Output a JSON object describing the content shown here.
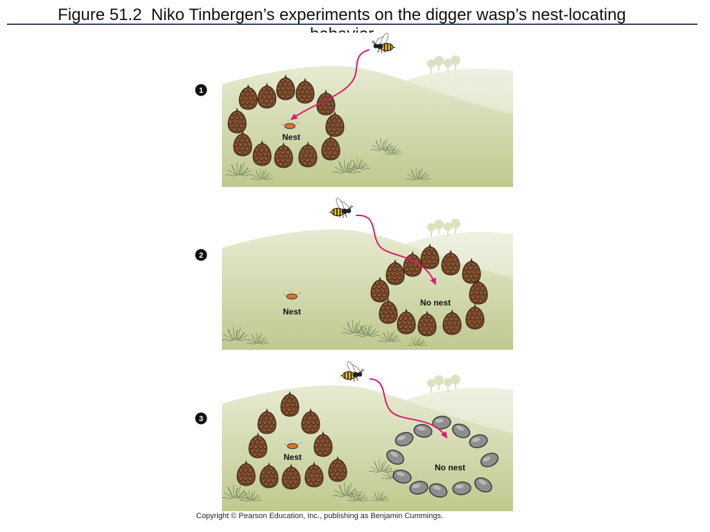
{
  "slide": {
    "title_line1": "Figure 51.2  Niko Tinbergen’s experiments on the digger wasp’s nest-locating",
    "title_line2": "behavior",
    "copyright": "Copyright © Pearson Education, Inc., publishing as Benjamin Cummings."
  },
  "panels": [
    {
      "step": "1",
      "nest_label": "Nest"
    },
    {
      "step": "2",
      "nest_label": "Nest",
      "decoy_label": "No nest"
    },
    {
      "step": "3",
      "nest_label": "Nest",
      "decoy_label": "No nest"
    }
  ],
  "colors": {
    "flight_path": "#d81b6a",
    "pine_cone": "#7a4a2c",
    "stone": "#8e8e8e",
    "nest": "#e0722b",
    "wasp_body": "#f2c318"
  }
}
